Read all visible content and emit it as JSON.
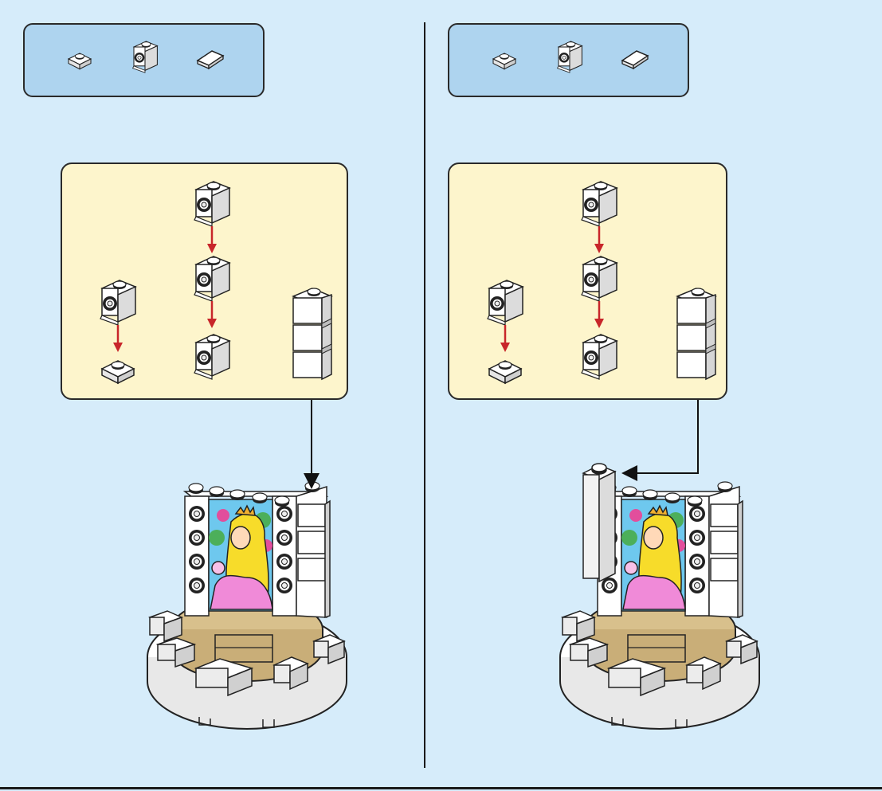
{
  "steps": [
    {
      "parts": [
        {
          "icon": "plate-1x1-icon"
        },
        {
          "icon": "brick-1x1-headlight-icon"
        },
        {
          "icon": "slope-tile-icon"
        }
      ],
      "substeps": [
        "plate-to-headlight",
        "headlight-stack",
        "white-column"
      ],
      "attach_direction": "down"
    },
    {
      "parts": [
        {
          "icon": "plate-1x1-icon"
        },
        {
          "icon": "brick-1x1-headlight-icon"
        },
        {
          "icon": "slope-tile-icon"
        }
      ],
      "substeps": [
        "plate-to-headlight",
        "headlight-stack",
        "white-column"
      ],
      "attach_direction": "left"
    }
  ],
  "colors": {
    "background": "#d6ecfa",
    "parts_box": "#aed4ef",
    "sub_box": "#fdf5cc",
    "arrow_red": "#c8262a",
    "tan": "#d8c08c",
    "pink": "#f08ad8",
    "blonde": "#f7dc2a"
  }
}
